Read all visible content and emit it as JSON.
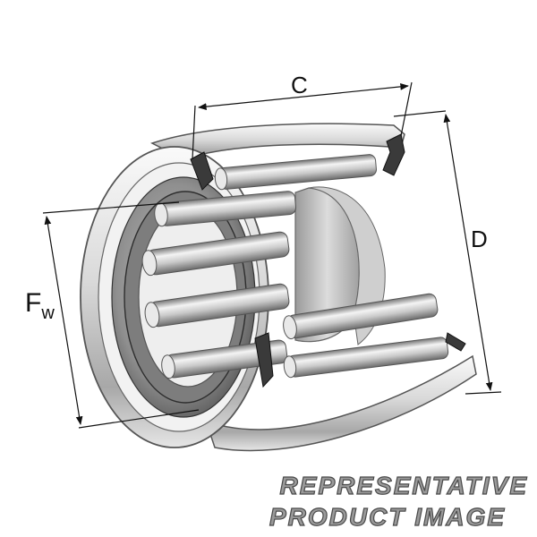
{
  "dimensions": {
    "width_label": "C",
    "outer_diameter_label": "D",
    "fw_main": "F",
    "fw_sub": "w"
  },
  "watermark": {
    "line1": "REPRESENTATIVE",
    "line2": "PRODUCT IMAGE"
  },
  "colors": {
    "steel_light": "#eeeeee",
    "steel_mid": "#b8b8b8",
    "steel_dark": "#6f6f6f",
    "seal_dark": "#2e2e2e"
  }
}
